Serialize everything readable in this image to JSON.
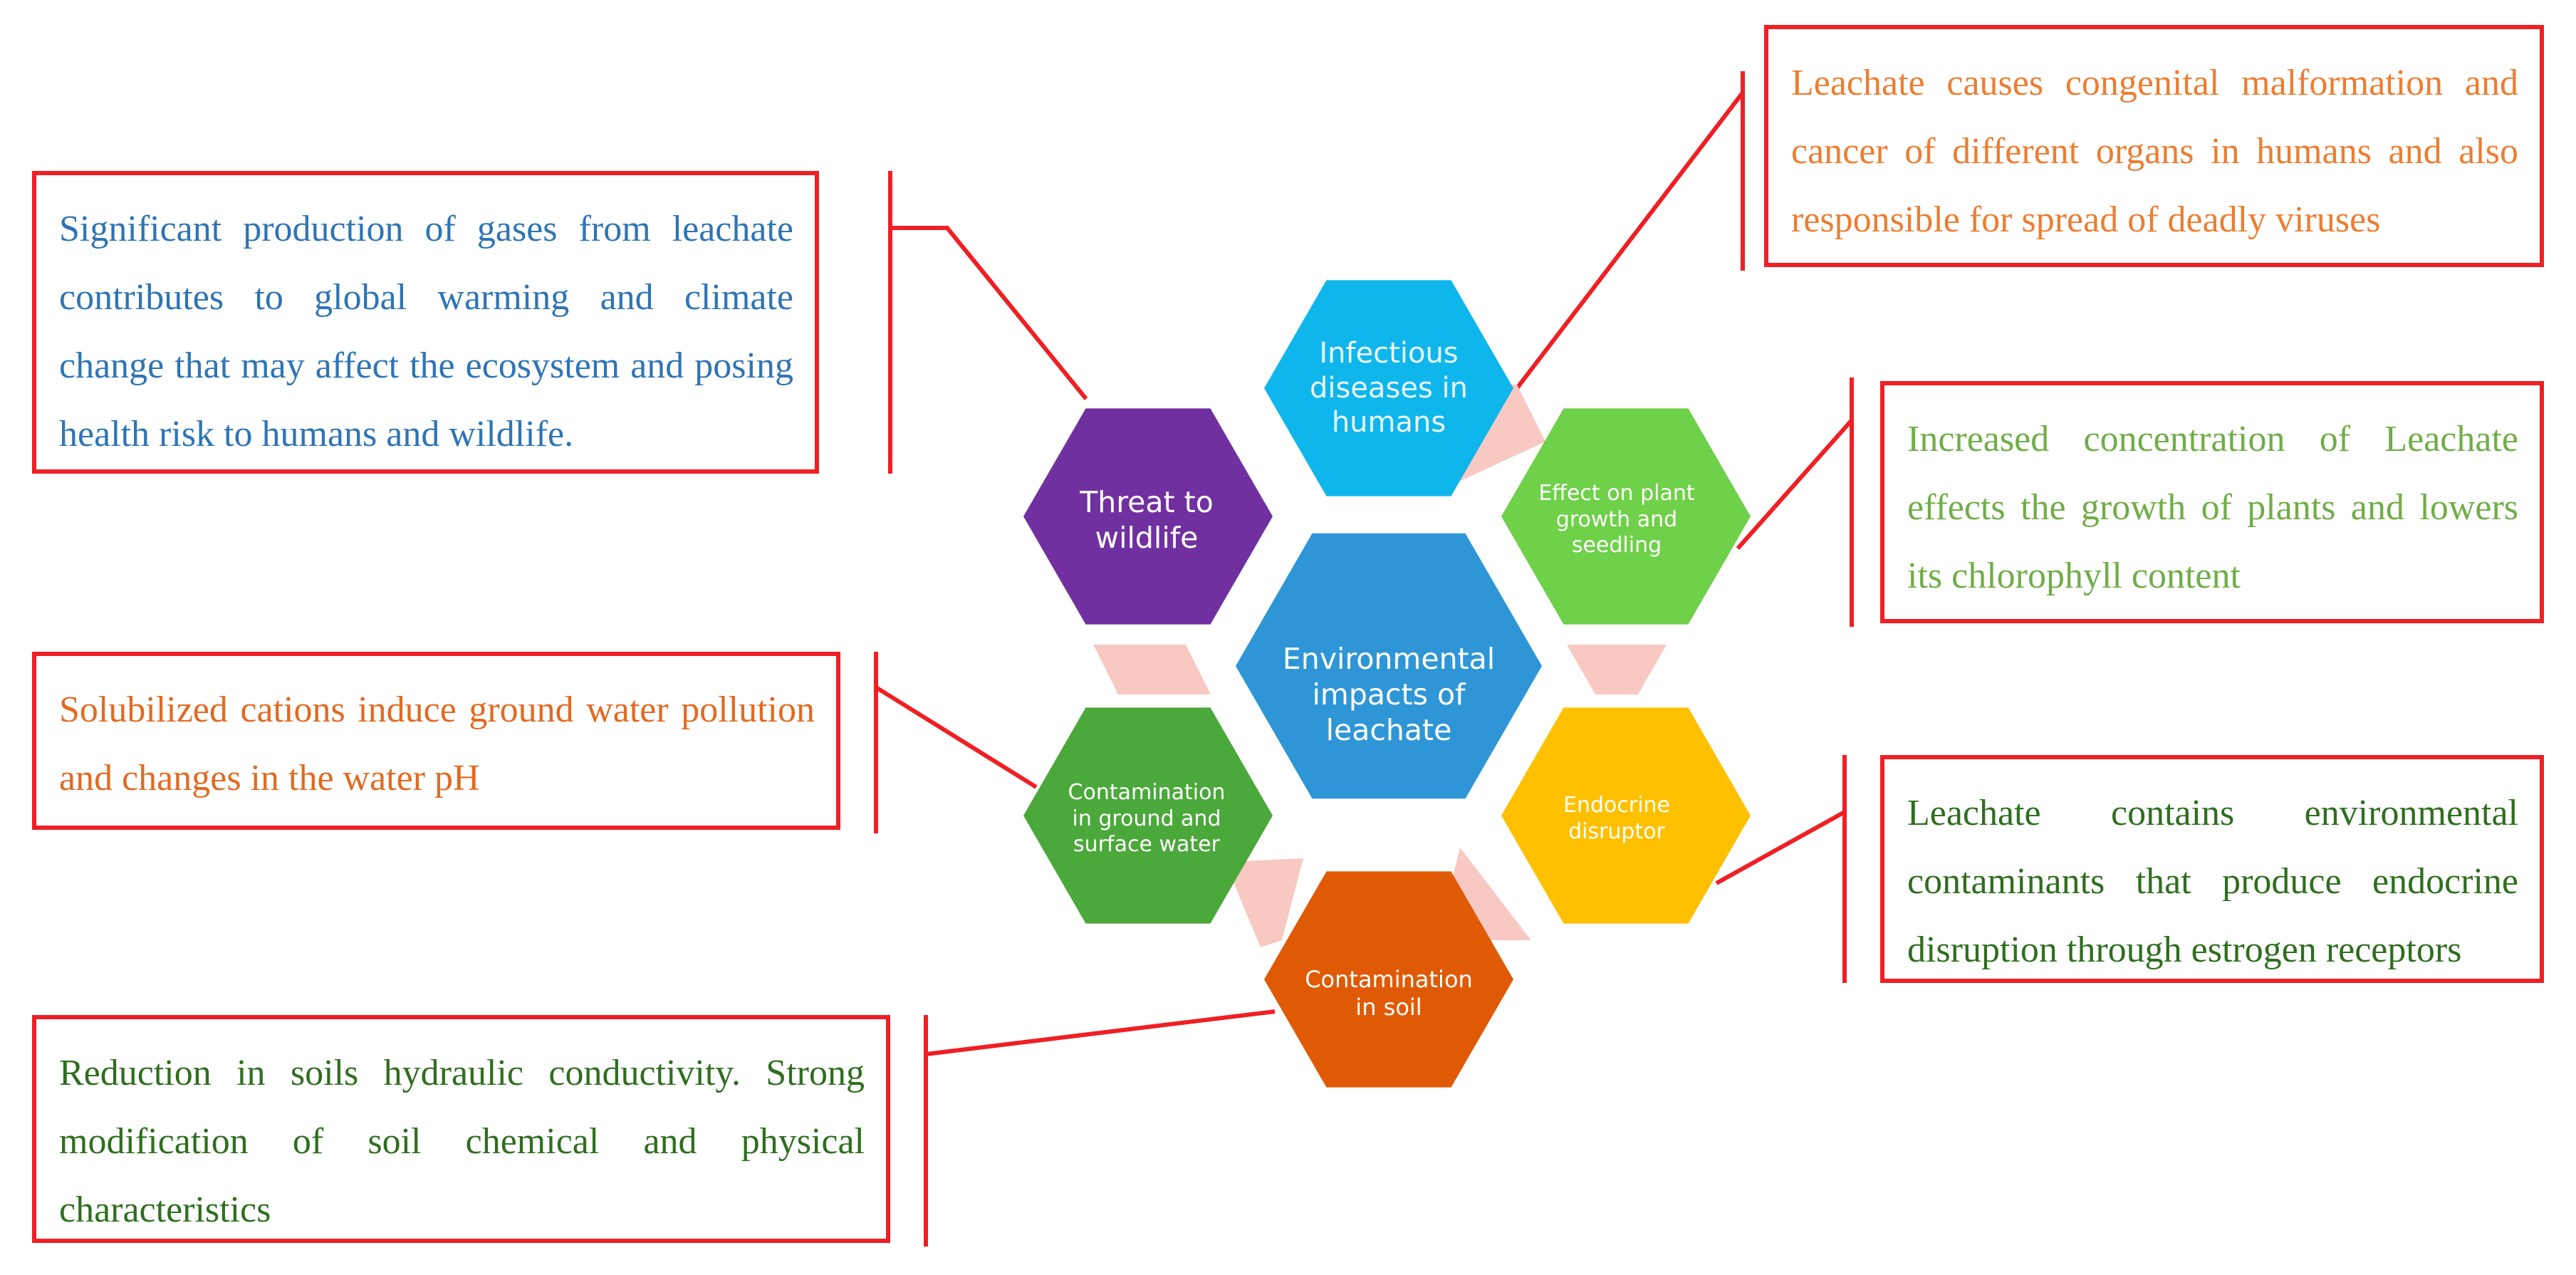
{
  "center": {
    "label": "Environmental\nimpacts of\nleachate",
    "color": "#2e96d6"
  },
  "hexagons": [
    {
      "id": "infectious",
      "label": "Infectious\ndiseases in\nhumans",
      "color": "#0fb6ec"
    },
    {
      "id": "plant",
      "label": "Effect on plant\ngrowth and\nseedling",
      "color": "#6fd049"
    },
    {
      "id": "endocrine",
      "label": "Endocrine\ndisruptor",
      "color": "#ffc000"
    },
    {
      "id": "soil",
      "label": "Contamination\nin soil",
      "color": "#e05a06"
    },
    {
      "id": "water",
      "label": "Contamination\nin ground  and\nsurface water",
      "color": "#4ba83b"
    },
    {
      "id": "wildlife",
      "label": "Threat to\nwildlife",
      "color": "#7030a0"
    }
  ],
  "connector_fill": "#f8c9c2",
  "line_color": "#ef1f24",
  "boxes": {
    "wildlife": "Significant production of gases from leachate contributes to global warming and climate change that may affect the ecosystem and posing health risk to humans and wildlife.",
    "infectious": "Leachate causes congenital malformation and cancer of different organs in humans and also responsible for spread of deadly viruses",
    "plant": "Increased concentration of Leachate effects the growth of plants and lowers its chlorophyll content",
    "water": "Solubilized cations induce ground water pollution and changes in the water pH",
    "endocrine": "Leachate contains environmental contaminants that produce endocrine disruption through estrogen receptors",
    "soil": "Reduction in soils hydraulic conductivity. Strong modification of soil chemical and physical characteristics"
  }
}
